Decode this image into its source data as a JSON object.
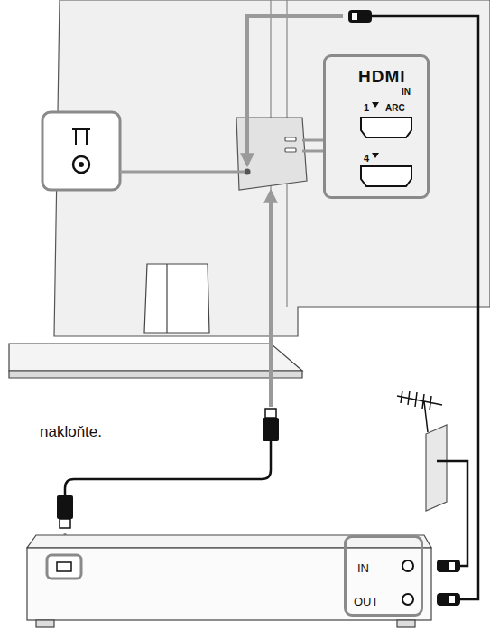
{
  "diagram": {
    "nodes": [
      {
        "text": [
          "HDMI",
          "IN",
          "1",
          "ARC",
          "4"
        ]
      },
      {
        "text": [
          "IN",
          "OUT"
        ]
      }
    ],
    "labels": [
      "nakloňte."
    ]
  }
}
